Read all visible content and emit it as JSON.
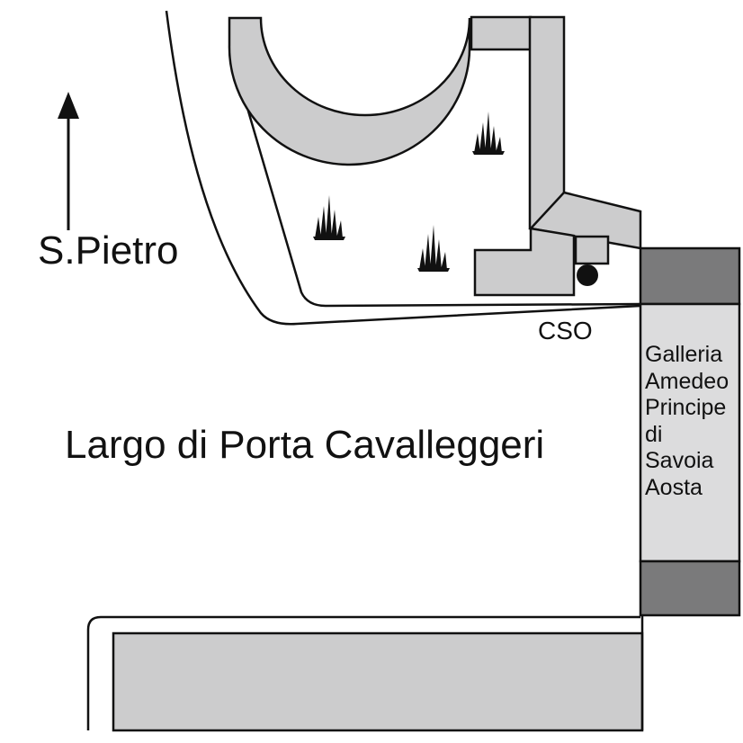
{
  "map": {
    "north_label": "S.Pietro",
    "square_label": "Largo di Porta Cavalleggeri",
    "station_label": "CSO",
    "tunnel_label_lines": [
      "Galleria",
      "Amedeo",
      "Principe",
      "di",
      "Savoia",
      "Aosta"
    ],
    "colors": {
      "building_fill": "#cccccd",
      "tunnel_portal_fill": "#7a7a7b",
      "line": "#111111",
      "background": "#ffffff"
    },
    "icons": [
      "north-arrow-icon",
      "grass-icon",
      "station-dot-icon"
    ]
  }
}
